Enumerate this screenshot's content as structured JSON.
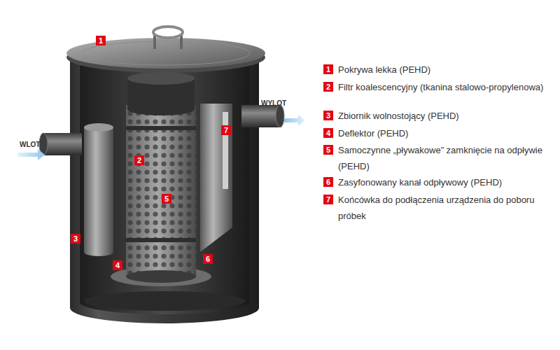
{
  "diagram": {
    "labels": [
      "WLOT",
      "WYLOT",
      "1",
      "2",
      "3",
      "4",
      "5",
      "6",
      "7",
      "1",
      "Pokrywa lekka (PEHD)",
      "2",
      "Filtr koalescencyjny (tkanina stalowo-propylenowa)",
      "3",
      "Zbiornik wolnostojący (PEHD)",
      "4",
      "Deflektor (PEHD)",
      "5",
      "Samoczynne „pływakowe” zamknięcie na odpływie (PEHD)",
      "6",
      "Zasyfonowany kanał odpływowy (PEHD)",
      "7",
      "Końcówka do podłączenia urządzenia do poboru próbek"
    ]
  }
}
